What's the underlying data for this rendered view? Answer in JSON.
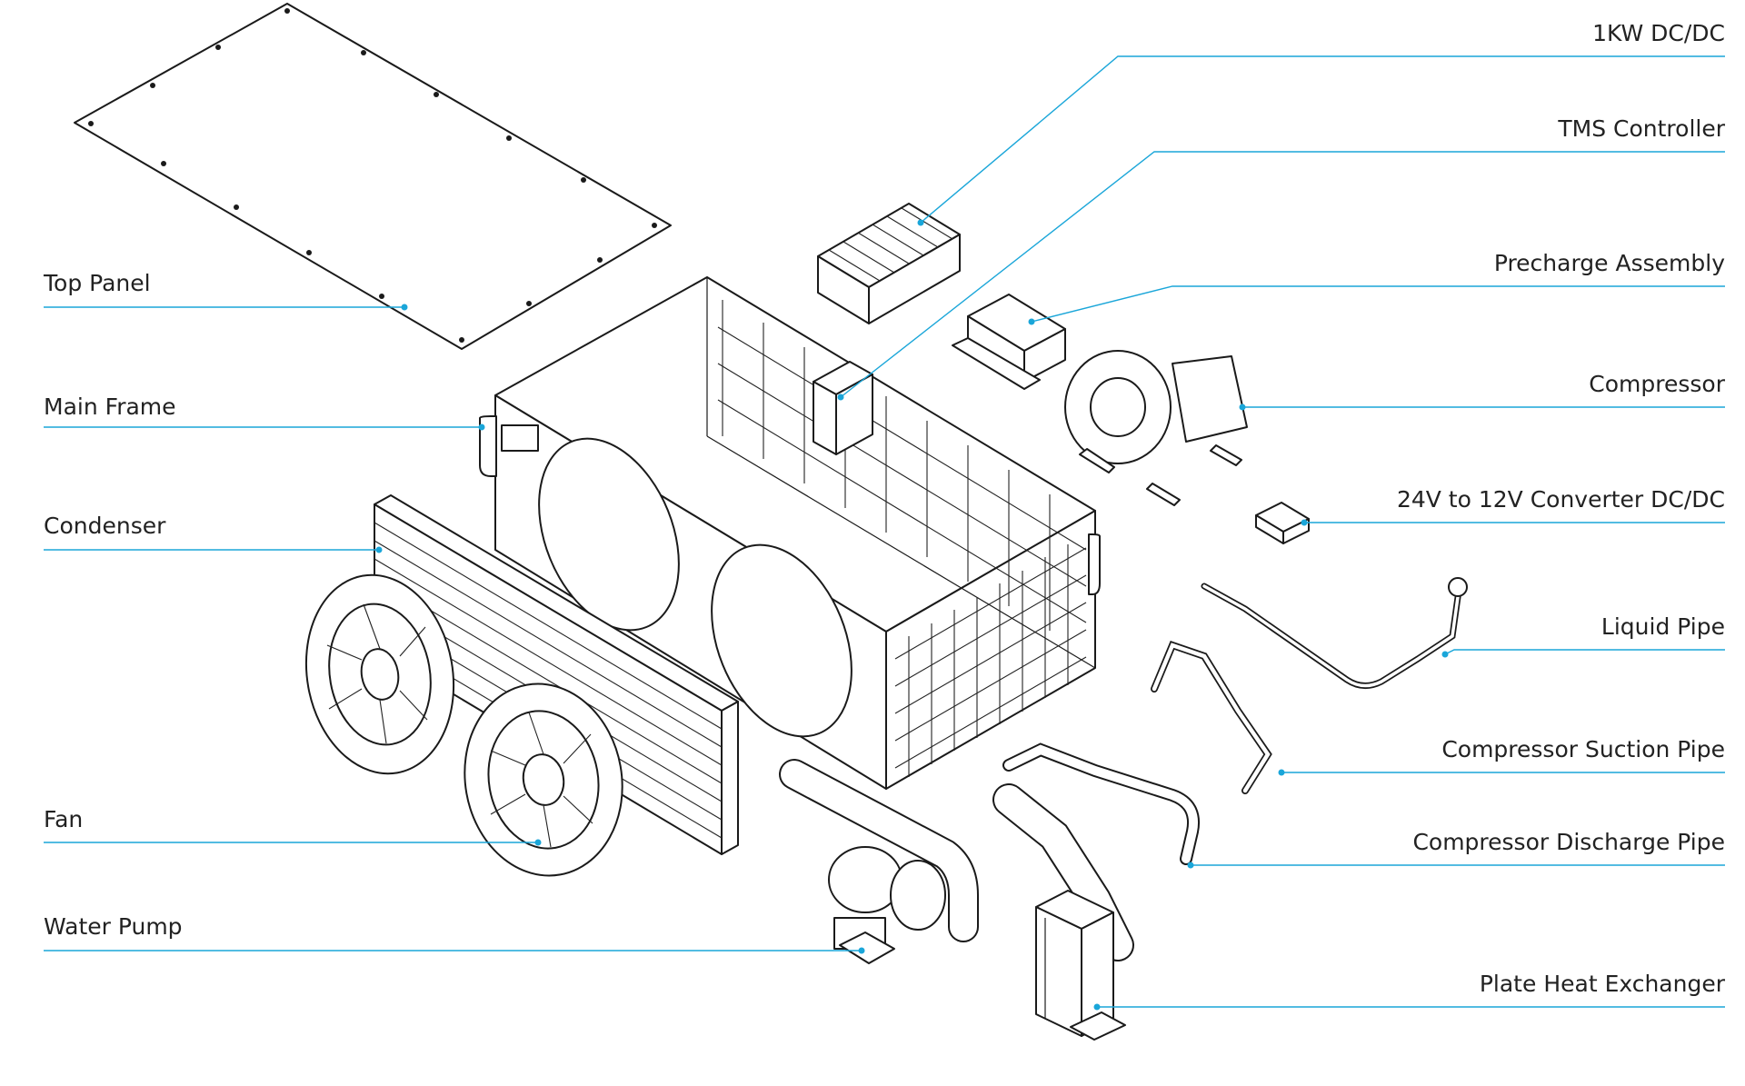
{
  "colors": {
    "leader": "#1aa6d9",
    "outline": "#1a1a1a",
    "label_text": "#222222",
    "background": "#ffffff"
  },
  "labels": {
    "top_panel": "Top Panel",
    "main_frame": "Main Frame",
    "condenser": "Condenser",
    "fan": "Fan",
    "water_pump": "Water Pump",
    "dcdc_1kw": "1KW DC/DC",
    "tms_controller": "TMS Controller",
    "precharge_assembly": "Precharge Assembly",
    "compressor": "Compressor",
    "converter_24v_12v": "24V to 12V Converter DC/DC",
    "liquid_pipe": "Liquid Pipe",
    "compressor_suction_pipe": "Compressor Suction Pipe",
    "compressor_discharge_pipe": "Compressor Discharge Pipe",
    "plate_heat_exchanger": "Plate Heat Exchanger"
  }
}
